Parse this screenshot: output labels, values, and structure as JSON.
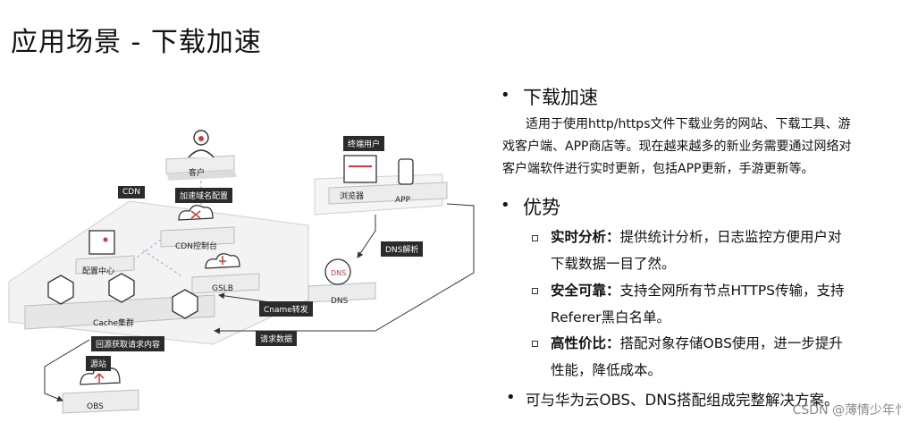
{
  "page": {
    "title": "应用场景 - 下载加速"
  },
  "diagram": {
    "client": "客户",
    "cdn_tag": "CDN",
    "domain_config": "加速域名配置",
    "cdn_console": "CDN控制台",
    "config_center": "配置中心",
    "gslb": "GSLB",
    "cache_cluster": "Cache集群",
    "back_to_origin": "回源获取请求内容",
    "origin_tag": "源站",
    "obs": "OBS",
    "end_user_tag": "终端用户",
    "browser": "浏览器",
    "app": "APP",
    "dns_resolve": "DNS解析",
    "dns": "DNS",
    "cname": "Cname转发",
    "request_data": "请求数据"
  },
  "content": {
    "heading1": "下载加速",
    "desc1": "适用于使用http/https文件下载业务的网站、下载工具、游",
    "desc2": "戏客户端、APP商店等。现在越来越多的新业务需要通过网络对",
    "desc3": "客户端软件进行实时更新，包括APP更新，手游更新等。",
    "heading2": "优势",
    "adv1_title": "实时分析：",
    "adv1_text": "提供统计分析，日志监控方便用户对",
    "adv1_cont": "下载数据一目了然。",
    "adv2_title": "安全可靠：",
    "adv2_text": "支持全网所有节点HTTPS传输，支持",
    "adv2_cont": "Referer黑白名单。",
    "adv3_title": "高性价比：",
    "adv3_text": "搭配对象存储OBS使用，进一步提升",
    "adv3_cont": "性能，降低成本。",
    "final": "可与华为云OBS、DNS搭配组成完整解决方案。"
  },
  "watermark": "CSDN @薄情少年忄"
}
